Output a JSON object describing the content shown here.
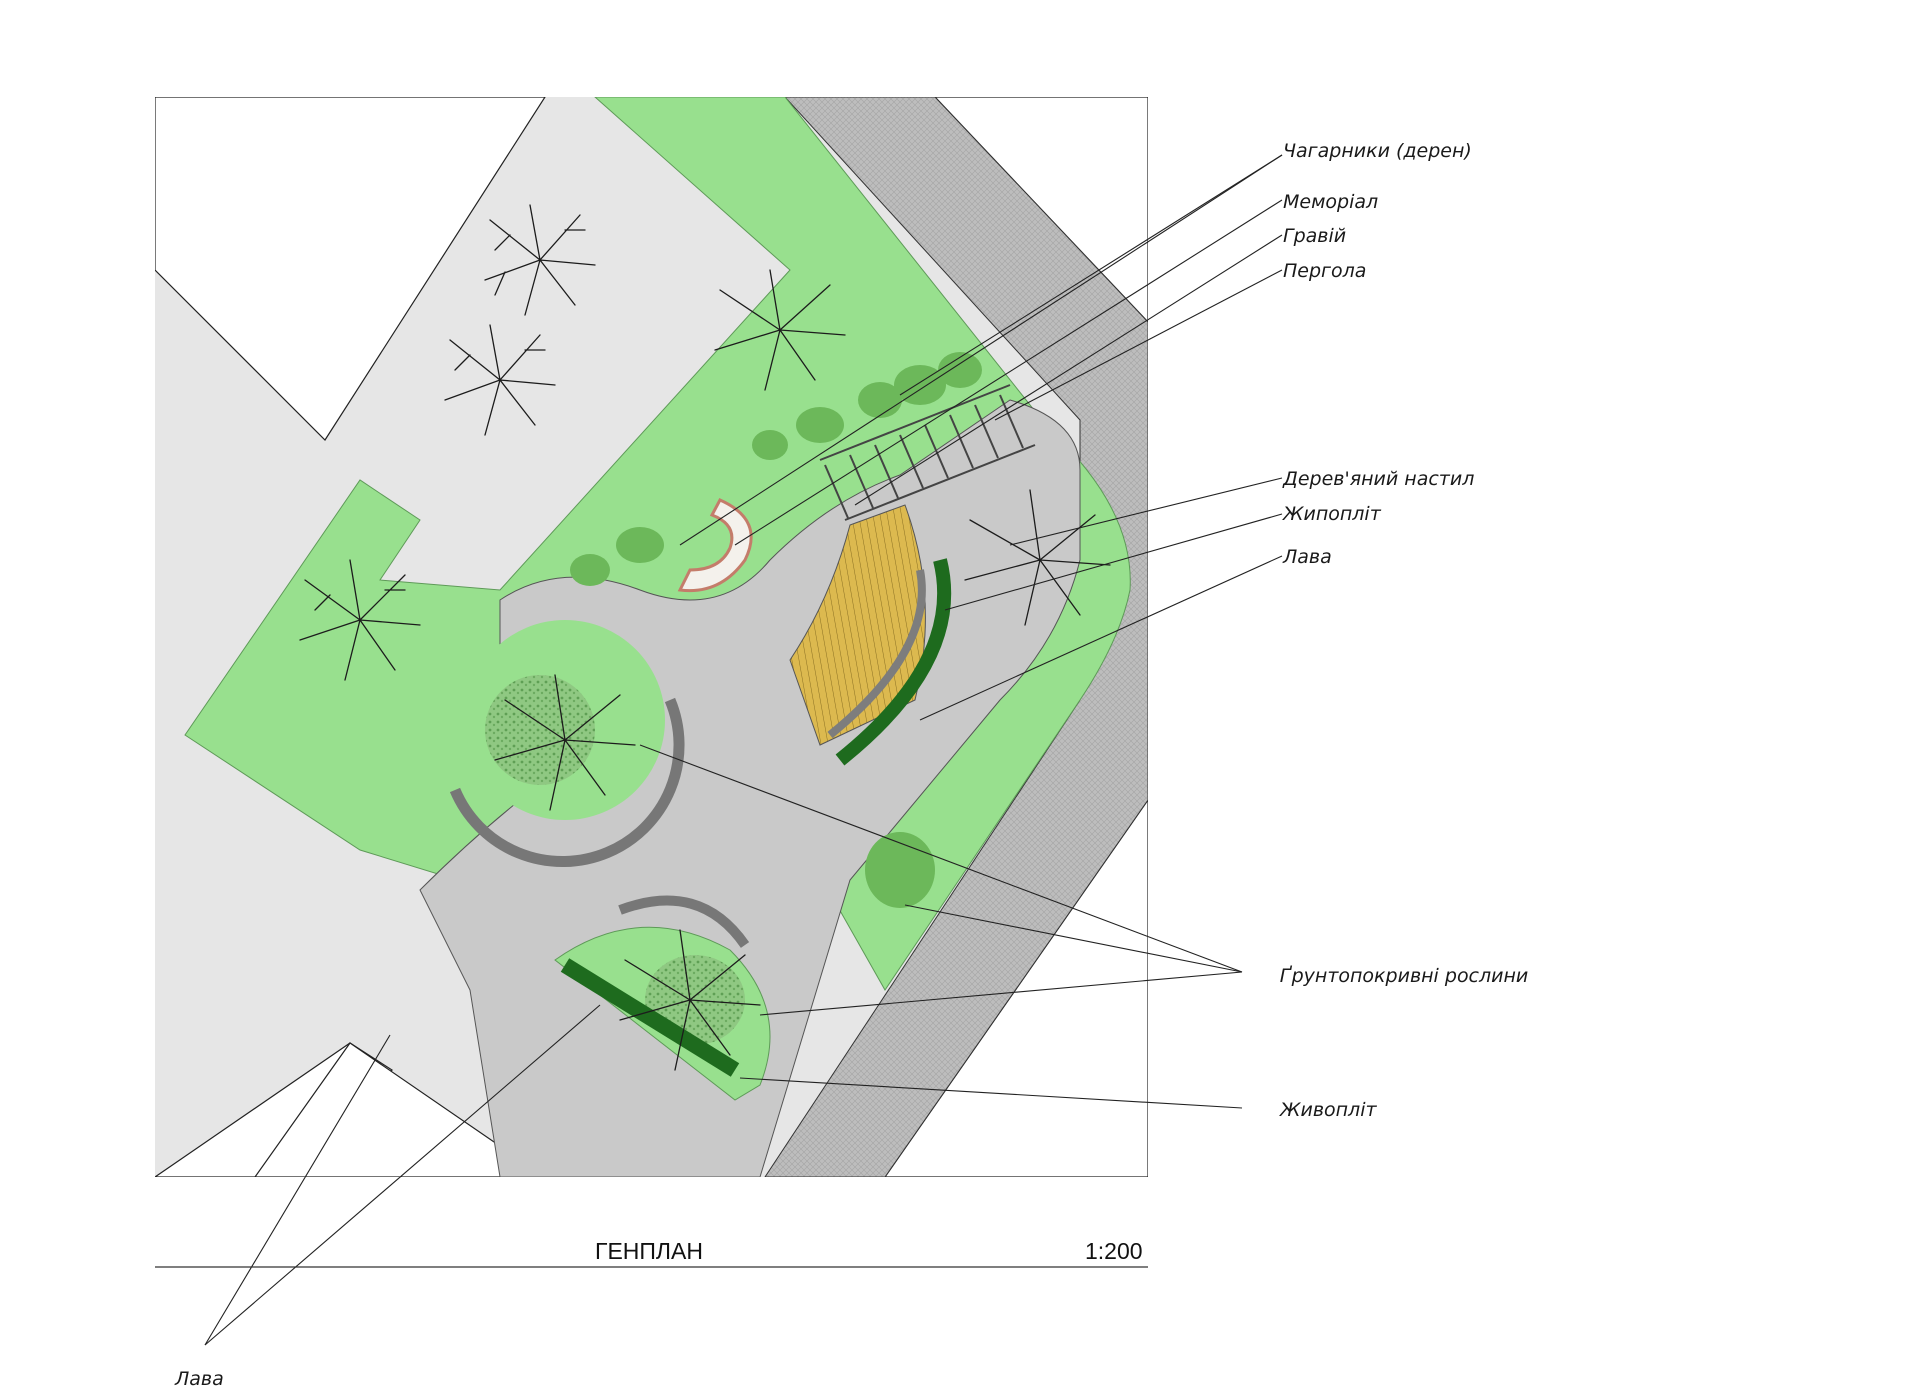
{
  "drawing": {
    "title": "ГЕНПЛАН",
    "scale": "1:200"
  },
  "labels": {
    "shrubs": "Чагарники (дерен)",
    "memorial": "Меморіал",
    "gravel": "Гравій",
    "pergola": "Пергола",
    "wooden_deck": "Дерев'яний настил",
    "hedge_right": "Жипопліт",
    "bench_right": "Лава",
    "ground_cover": "Ґрунтопокривні рослини",
    "hedge_bottom": "Живопліт",
    "bench_bottom": "Лава"
  },
  "colors": {
    "lawn": "#98e08e",
    "lawn_edge": "#6fbf69",
    "shrub": "#6cb85a",
    "groundcover": "#79b46a",
    "path": "#c9c9c9",
    "paving": "#b9b9b9",
    "background_area": "#e6e6e6",
    "deck": "#d9b64a",
    "hedge": "#1e6b1e",
    "bench": "#7d7d7d"
  }
}
